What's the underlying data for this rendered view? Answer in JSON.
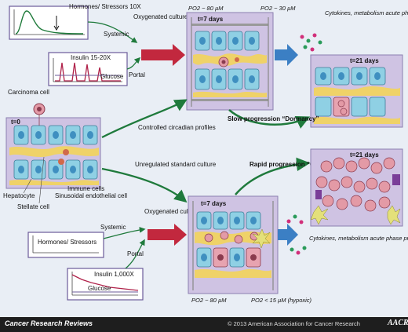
{
  "labels": {
    "hormones_top": "Hormones/ Stressors 10X",
    "systemic_top": "Systemic",
    "insulin_top": "Insulin 15-20X",
    "glucose_top": "Glucose",
    "portal_top": "Portal",
    "oxygenated_top": "Oxygenated culture medium",
    "po2_80_top": "PO2 ~ 80 µM",
    "po2_30_top": "PO2 ~ 30 µM",
    "t7_top": "t=7 days",
    "outputs_top": "Cytokines, metabolism acute phase proteins + tumor biomarkers",
    "t21_top": "t=21 days",
    "slow_progression": "Slow progression “Dormancy”",
    "carcinoma_cell": "Carcinoma cell",
    "t0": "t=0",
    "controlled_circadian": "Controlled circadian profiles",
    "hepatocyte": "Hepatocyte",
    "stellate_cell": "Stellate cell",
    "sinusoidal": "Sinusoidal endothelial cell",
    "immune_cells": "Immune cells",
    "unregulated": "Unregulated standard culture",
    "oxygenated_bottom": "Oxygenated culture medium",
    "systemic_bottom": "Systemic",
    "hormones_bottom": "Hormones/ Stressors",
    "portal_bottom": "Portal",
    "insulin_bottom": "Insulin 1,000X",
    "glucose_bottom": "Glucose",
    "t7_bottom": "t=7 days",
    "rapid_progression": "Rapid progression “Outgrowth”",
    "t21_bottom": "t=21 days",
    "outputs_bottom": "Cytokines, metabolism acute phase proteins + tumor biomarkers",
    "po2_80_bottom": "PO2 ~ 80 µM",
    "po2_15_bottom": "PO2 < 15 µM (hypoxic)"
  },
  "footer": {
    "journal": "Cancer Research Reviews",
    "copyright": "© 2013 American Association for Cancer Research",
    "logo": "AACR"
  },
  "colors": {
    "panel_purple": "#cfc3e3",
    "hepatocyte_teal": "#8fd0e4",
    "nucleus_blue": "#3f8fc0",
    "stellate_yellow": "#f2d45a",
    "carcinoma_pink": "#e39aa6",
    "arrow_red": "#c2283e",
    "arrow_blue": "#3b7fc4",
    "arrow_green": "#1f7a3c"
  }
}
